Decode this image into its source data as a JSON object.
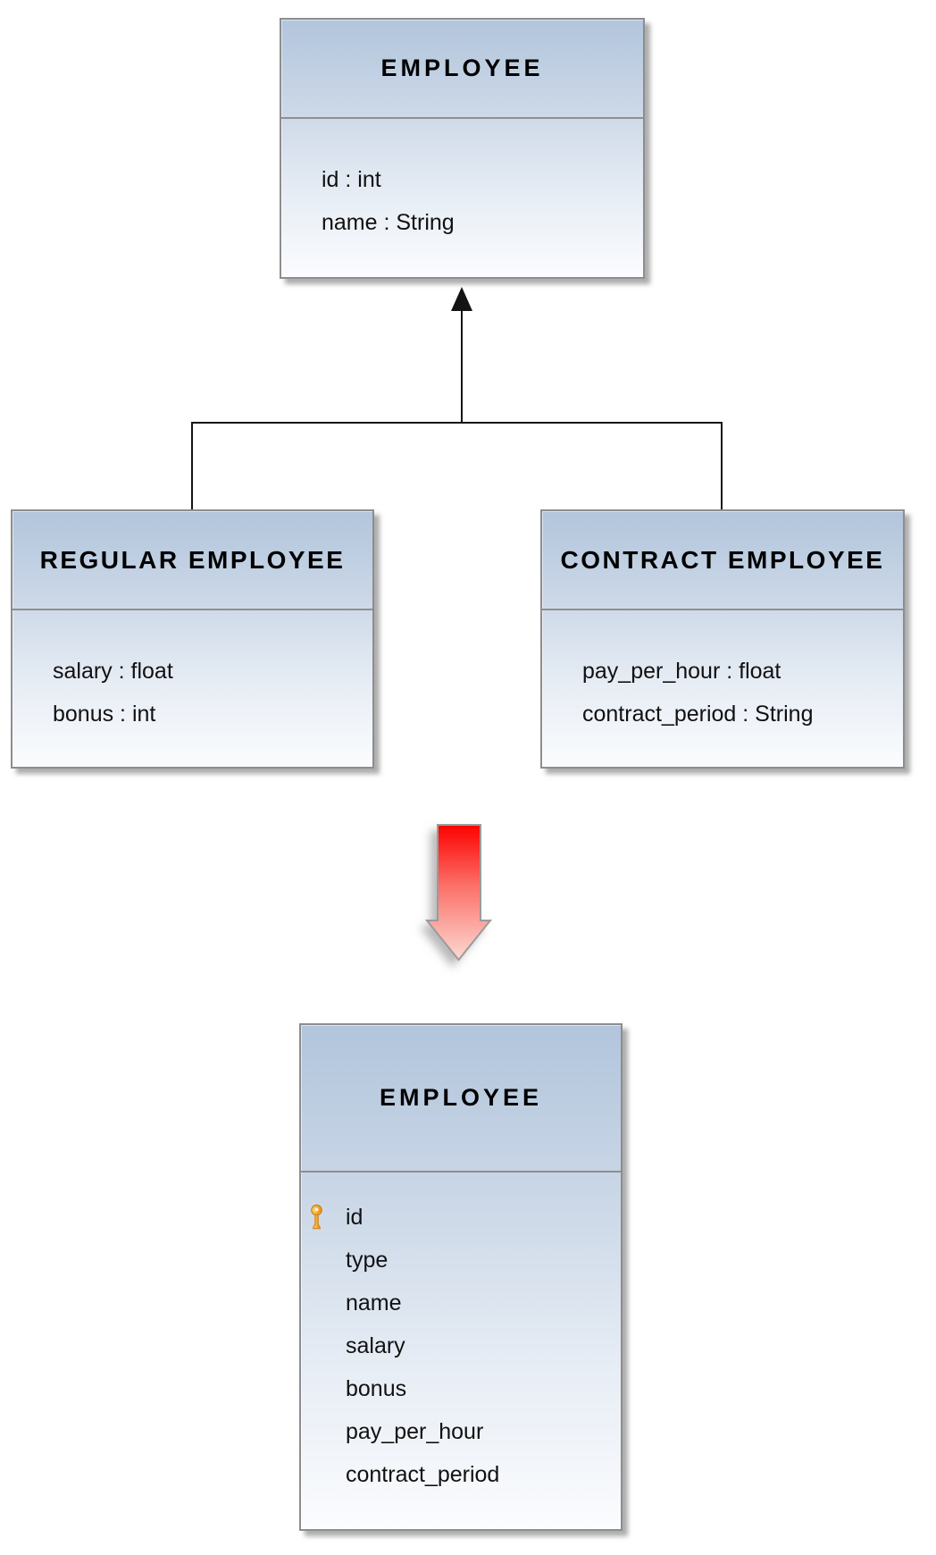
{
  "uml": {
    "parent": {
      "title": "EMPLOYEE",
      "attributes": [
        "id : int",
        "name : String"
      ]
    },
    "children": [
      {
        "title": "REGULAR EMPLOYEE",
        "attributes": [
          "salary : float",
          "bonus : int"
        ]
      },
      {
        "title": "CONTRACT EMPLOYEE",
        "attributes": [
          "pay_per_hour : float",
          "contract_period : String"
        ]
      }
    ],
    "relationship": "inheritance"
  },
  "transform_arrow": {
    "direction": "down",
    "color_top": "#fd0100",
    "color_bottom": "#fcd9d3"
  },
  "table": {
    "title": "EMPLOYEE",
    "rows": [
      {
        "name": "id",
        "is_primary_key": true
      },
      {
        "name": "type",
        "is_primary_key": false
      },
      {
        "name": "name",
        "is_primary_key": false
      },
      {
        "name": "salary",
        "is_primary_key": false
      },
      {
        "name": "bonus",
        "is_primary_key": false
      },
      {
        "name": "pay_per_hour",
        "is_primary_key": false
      },
      {
        "name": "contract_period",
        "is_primary_key": false
      }
    ]
  },
  "icons": {
    "primary_key": "key-icon"
  },
  "colors": {
    "box_gradient_top": "#b2c5dc",
    "box_gradient_bottom": "#fbfcfe",
    "box_border": "#8d8d8d",
    "divider": "#8f8f8f",
    "connector": "#141414",
    "key_icon": "#f2a438"
  }
}
